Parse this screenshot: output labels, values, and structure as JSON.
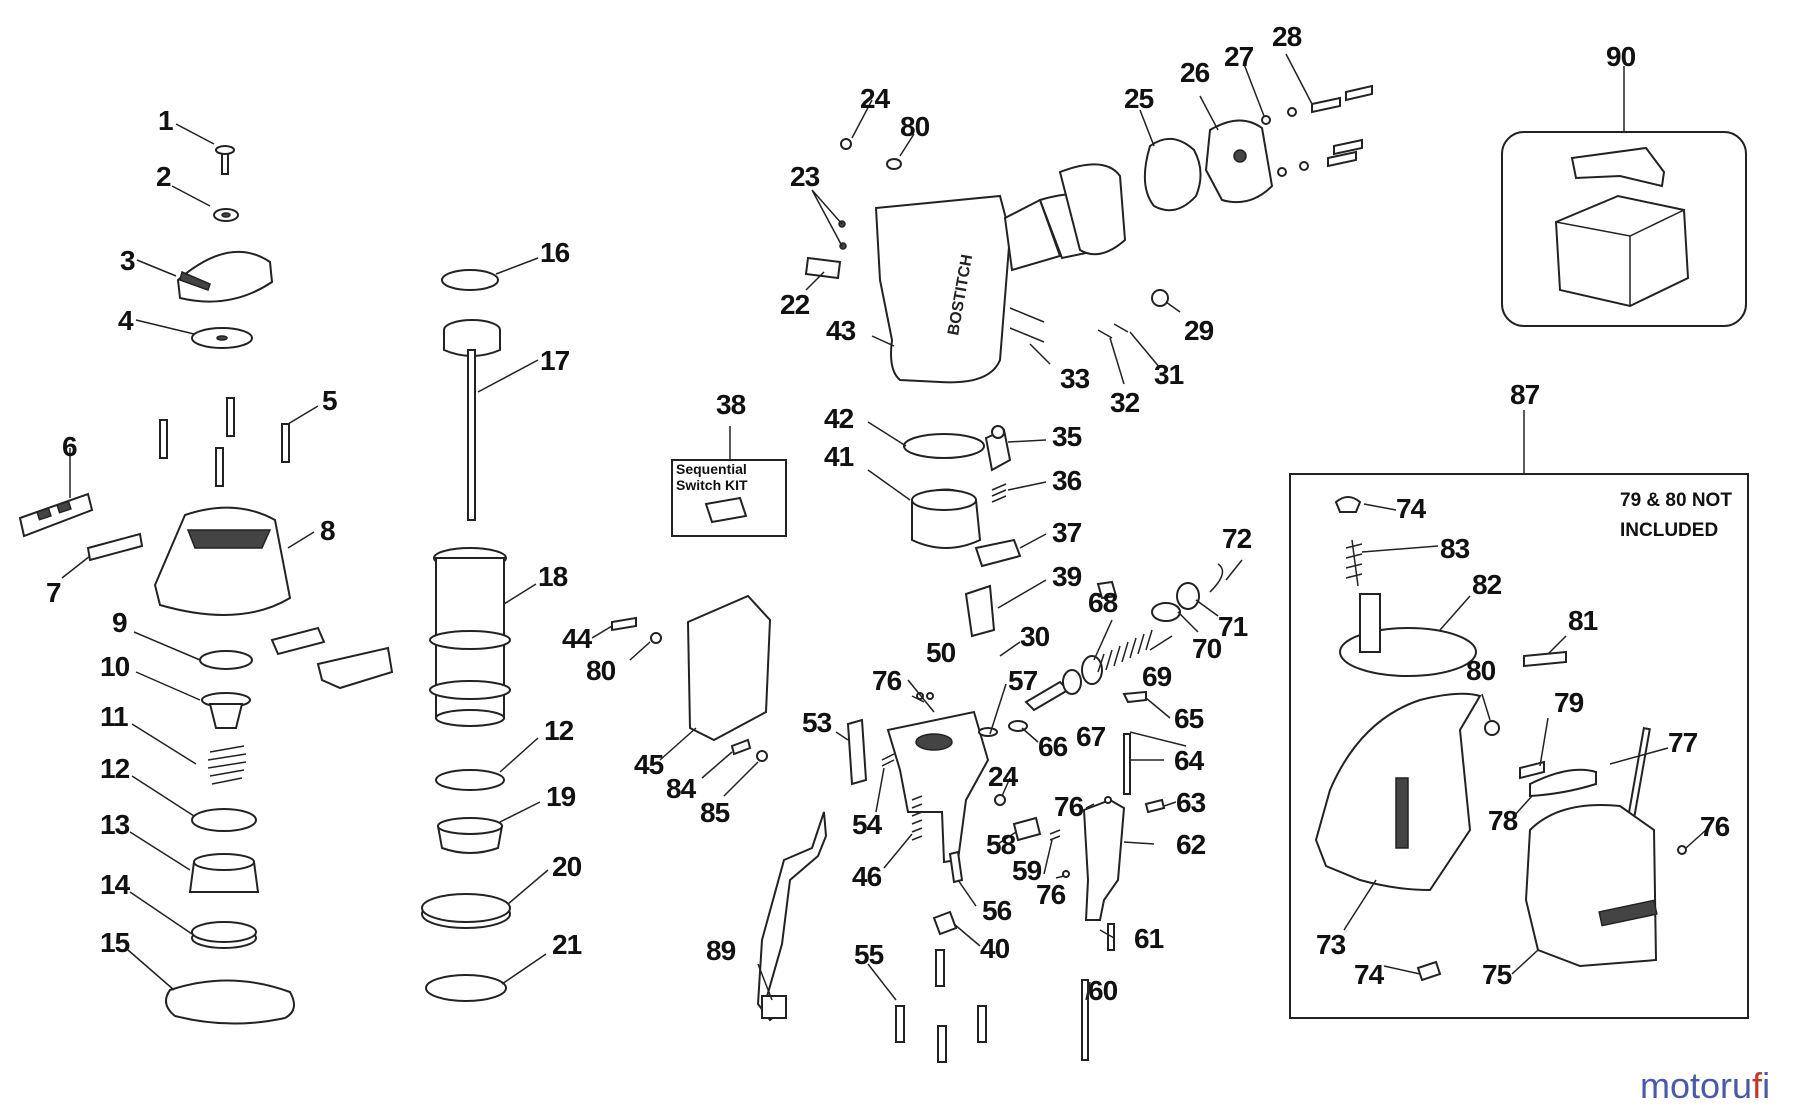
{
  "callouts": [
    "1",
    "2",
    "3",
    "4",
    "5",
    "6",
    "7",
    "8",
    "9",
    "10",
    "11",
    "12",
    "13",
    "14",
    "15",
    "16",
    "17",
    "18",
    "19",
    "20",
    "21",
    "22",
    "23",
    "24",
    "25",
    "26",
    "27",
    "28",
    "29",
    "30",
    "31",
    "32",
    "33",
    "35",
    "36",
    "37",
    "38",
    "39",
    "40",
    "41",
    "42",
    "43",
    "44",
    "45",
    "46",
    "50",
    "53",
    "54",
    "55",
    "56",
    "57",
    "58",
    "59",
    "60",
    "61",
    "62",
    "63",
    "64",
    "65",
    "66",
    "67",
    "68",
    "69",
    "70",
    "71",
    "72",
    "73",
    "74",
    "75",
    "76",
    "77",
    "78",
    "79",
    "80",
    "81",
    "82",
    "83",
    "84",
    "85",
    "87",
    "89",
    "90"
  ],
  "labels": {
    "n12b": "12",
    "n24b": "24",
    "n80b": "80",
    "n80c": "80",
    "n76b": "76",
    "n76c": "76",
    "n76d": "76",
    "n74b": "74"
  },
  "kit": {
    "line1": "Sequential",
    "line2": "Switch KIT"
  },
  "note": {
    "line1": "79 & 80 NOT",
    "line2": "INCLUDED"
  },
  "tool_brand": "BOSTITCH",
  "watermark": {
    "part1": "motoru",
    "part2": "f",
    "part3": "i"
  },
  "colors": {
    "ink": "#222222",
    "watermark_blue": "#4a5aa8",
    "watermark_red": "#c0392b"
  }
}
